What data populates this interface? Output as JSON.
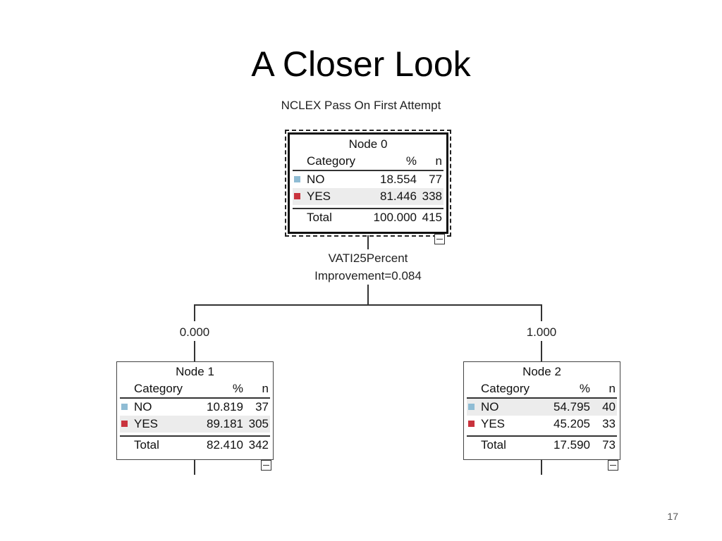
{
  "slide": {
    "title": "A Closer Look",
    "page_number": "17"
  },
  "tree": {
    "title": "NCLEX Pass On First Attempt",
    "split": {
      "variable": "VATI25Percent",
      "improvement": "Improvement=0.084"
    },
    "branches": {
      "left": "0.000",
      "right": "1.000"
    },
    "header": {
      "category": "Category",
      "percent": "%",
      "n": "n"
    },
    "colors": {
      "NO": "#8fbcd4",
      "YES": "#c9333d"
    },
    "nodes": [
      {
        "title": "Node 0",
        "rows": [
          {
            "category": "NO",
            "percent": "18.554",
            "n": "77"
          },
          {
            "category": "YES",
            "percent": "81.446",
            "n": "338"
          }
        ],
        "total": {
          "label": "Total",
          "percent": "100.000",
          "n": "415"
        }
      },
      {
        "title": "Node 1",
        "rows": [
          {
            "category": "NO",
            "percent": "10.819",
            "n": "37"
          },
          {
            "category": "YES",
            "percent": "89.181",
            "n": "305"
          }
        ],
        "total": {
          "label": "Total",
          "percent": "82.410",
          "n": "342"
        }
      },
      {
        "title": "Node 2",
        "rows": [
          {
            "category": "NO",
            "percent": "54.795",
            "n": "40"
          },
          {
            "category": "YES",
            "percent": "45.205",
            "n": "33"
          }
        ],
        "total": {
          "label": "Total",
          "percent": "17.590",
          "n": "73"
        }
      }
    ]
  }
}
